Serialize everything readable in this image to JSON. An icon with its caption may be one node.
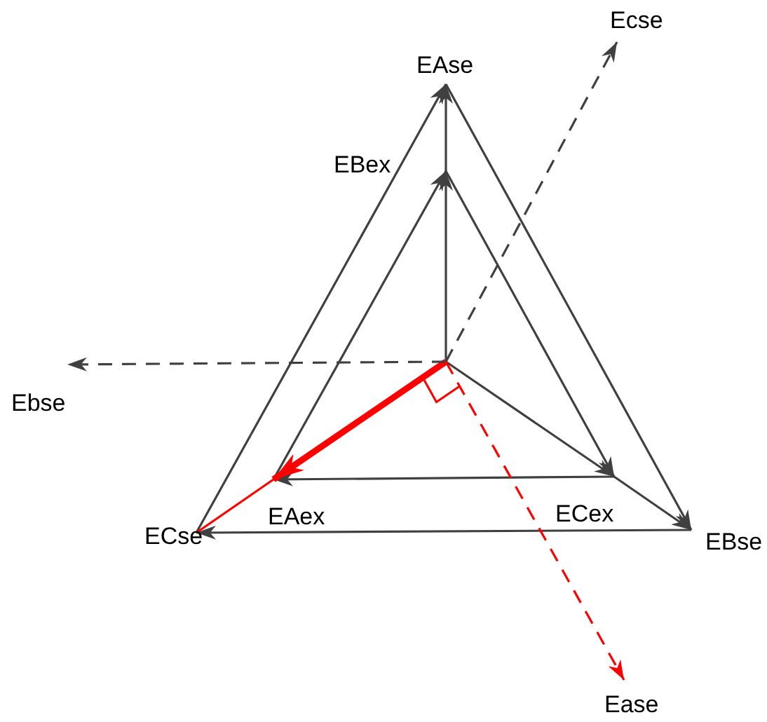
{
  "diagram": {
    "nodes": [
      {
        "text": [
          "EAse"
        ]
      },
      {
        "text": [
          "EBex"
        ]
      },
      {
        "text": [
          "ECse"
        ]
      },
      {
        "text": [
          "EAex"
        ]
      },
      {
        "text": [
          "EBse"
        ]
      },
      {
        "text": [
          "ECex"
        ]
      },
      {
        "text": [
          "Ecse"
        ]
      },
      {
        "text": [
          "Ebse"
        ]
      },
      {
        "text": [
          "Ease"
        ]
      }
    ],
    "edges": [
      {
        "from": null,
        "to": 1,
        "arrow": "to"
      },
      {
        "from": 1,
        "to": 0,
        "arrow": "to"
      },
      {
        "from": 0,
        "to": 4,
        "arrow": "to"
      },
      {
        "from": 4,
        "to": 2,
        "arrow": "to"
      },
      {
        "from": 2,
        "to": 0,
        "arrow": "to"
      },
      {
        "from": 1,
        "to": 5,
        "arrow": "to"
      },
      {
        "from": 5,
        "to": 3,
        "arrow": "to"
      },
      {
        "from": 3,
        "to": 1,
        "arrow": "to"
      },
      {
        "from": null,
        "to": 5,
        "arrow": "to"
      },
      {
        "from": 5,
        "to": 4,
        "arrow": "to"
      },
      {
        "from": null,
        "to": 3,
        "arrow": "to",
        "style": "thick",
        "color": "#ff0000"
      },
      {
        "from": 3,
        "to": 2,
        "arrow": "none",
        "color": "#ff0000"
      },
      {
        "from": null,
        "to": 7,
        "arrow": "to",
        "style": "dashed"
      },
      {
        "from": null,
        "to": 6,
        "arrow": "to",
        "style": "dashed"
      },
      {
        "from": null,
        "to": 8,
        "arrow": "to",
        "style": "dashed",
        "color": "#ff0000"
      }
    ]
  }
}
